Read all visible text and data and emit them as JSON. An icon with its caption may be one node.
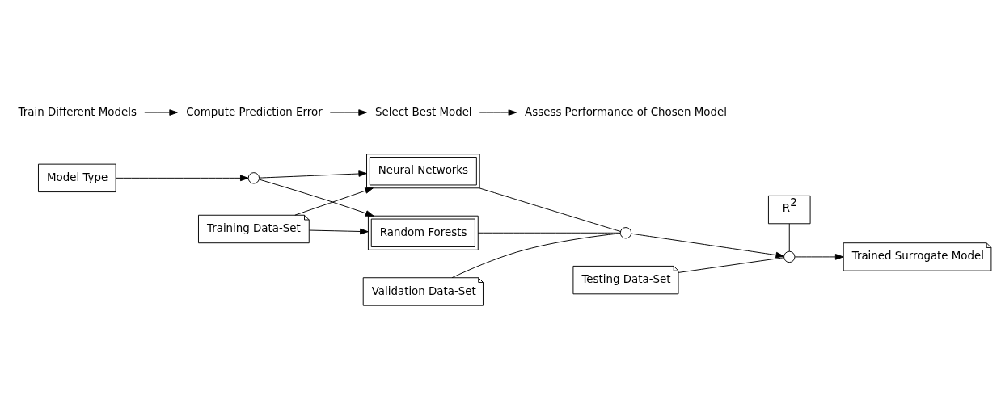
{
  "diagram": {
    "nodes": [
      {
        "text": [
          "Model Type"
        ]
      },
      {
        "text": [],
        "shape": "circle"
      },
      {
        "text": [
          "Training Data-Set"
        ]
      },
      {
        "text": [
          "Random Forests"
        ]
      },
      {
        "text": [
          "Neural Networks"
        ]
      },
      {
        "text": [
          "Validation Data-Set"
        ]
      },
      {
        "text": [],
        "shape": "circle"
      },
      {
        "text": [
          "Testing Data-Set"
        ]
      },
      {
        "text": [],
        "shape": "circle"
      },
      {
        "text": [
          "R$^{2}$"
        ]
      },
      {
        "text": [
          "Trained Surrogate Model"
        ]
      },
      {
        "text": [
          "Train Different Models"
        ]
      },
      {
        "text": [
          "Compute Prediction Error"
        ]
      },
      {
        "text": [
          "Select Best Model"
        ]
      },
      {
        "text": [
          "Assess Performance of Chosen Model"
        ]
      }
    ],
    "edges": [
      {
        "from": 0,
        "to": 1,
        "arrow": "to"
      },
      {
        "from": 1,
        "to": 3,
        "arrow": "to"
      },
      {
        "from": 1,
        "to": 4,
        "arrow": "to"
      },
      {
        "from": 2,
        "to": 3,
        "arrow": "to"
      },
      {
        "from": 2,
        "to": 4,
        "arrow": "to"
      },
      {
        "from": 3,
        "to": 6,
        "arrow": "none"
      },
      {
        "from": 4,
        "to": 6,
        "arrow": "none"
      },
      {
        "from": 5,
        "to": 6,
        "arrow": "none"
      },
      {
        "from": 6,
        "to": 8,
        "arrow": "to"
      },
      {
        "from": 7,
        "to": 8,
        "arrow": "none"
      },
      {
        "from": 9,
        "to": 8,
        "arrow": "none"
      },
      {
        "from": 8,
        "to": 10,
        "arrow": "to"
      },
      {
        "from": 11,
        "to": 12,
        "arrow": "to"
      },
      {
        "from": 12,
        "to": 13,
        "arrow": "to"
      },
      {
        "from": 13,
        "to": 14,
        "arrow": "to"
      }
    ]
  }
}
